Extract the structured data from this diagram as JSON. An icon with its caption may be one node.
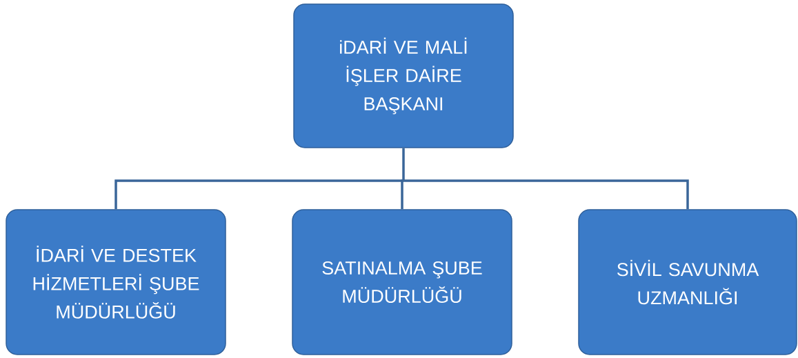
{
  "diagram": {
    "nodes": [
      {
        "text": [
          "iDARİ VE MALİ İŞLER DAİRE BAŞKANI"
        ]
      },
      {
        "text": [
          "İDARİ VE DESTEK HİZMETLERİ ŞUBE MÜDÜRLÜĞÜ"
        ]
      },
      {
        "text": [
          "SATINALMA ŞUBE MÜDÜRLÜĞÜ"
        ]
      },
      {
        "text": [
          "SİVİL SAVUNMA UZMANLIĞI"
        ]
      }
    ],
    "edges": [
      {
        "from": 0,
        "to": 1,
        "arrow": "none"
      },
      {
        "from": 0,
        "to": 2,
        "arrow": "none"
      },
      {
        "from": 0,
        "to": 3,
        "arrow": "none"
      }
    ]
  }
}
